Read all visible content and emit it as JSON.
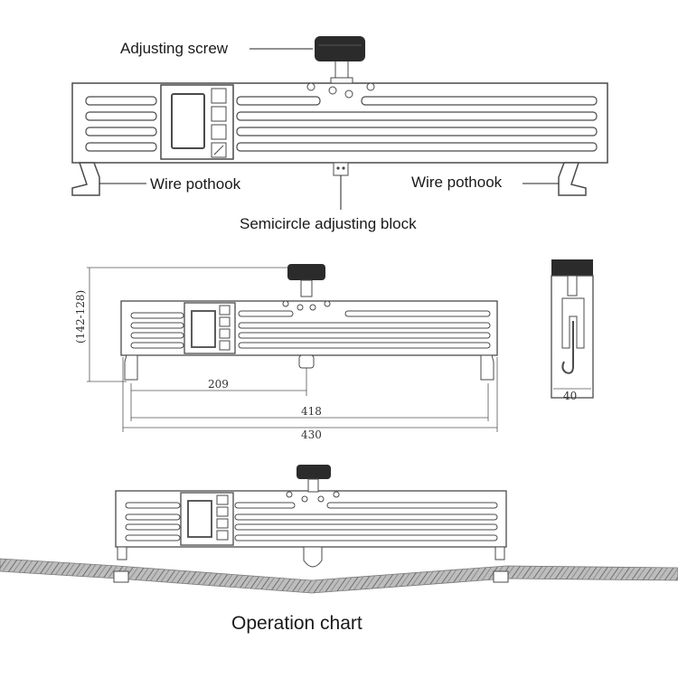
{
  "labels": {
    "adjusting_screw": "Adjusting screw",
    "wire_pothook_left": "Wire pothook",
    "wire_pothook_right": "Wire pothook",
    "semicircle_block": "Semicircle adjusting block",
    "operation_chart": "Operation chart"
  },
  "dimensions": {
    "height_range": "(142-128)",
    "inner_half": "209",
    "hook_span": "418",
    "total_length": "430",
    "side_width": "40"
  },
  "colors": {
    "outline": "#4a4a4a",
    "screw_knob": "#2b2b2b",
    "cable": "#9a9a9a"
  }
}
